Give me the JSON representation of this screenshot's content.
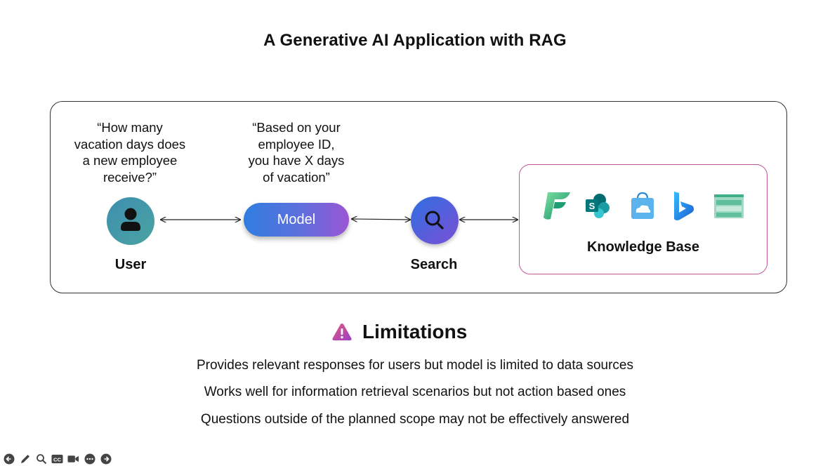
{
  "slide": {
    "title": "A Generative AI Application with RAG"
  },
  "diagram": {
    "user_quote": [
      "“How many",
      "vacation days does",
      "a new employee",
      "receive?”"
    ],
    "model_quote": [
      "“Based on your",
      "employee ID,",
      "you have X days",
      "of vacation”"
    ],
    "user_label": "User",
    "model_label": "Model",
    "search_label": "Search",
    "knowledge_base_label": "Knowledge Base",
    "user_icon": "person-icon",
    "search_icon": "magnifier-icon",
    "knowledge_base_icons": [
      "fabric-icon",
      "sharepoint-icon",
      "store-bag-icon",
      "bing-icon",
      "storage-icon"
    ]
  },
  "limitations": {
    "icon": "warning-icon",
    "title": "Limitations",
    "items": [
      "Provides relevant responses for users but model is limited to data sources",
      "Works well for information retrieval scenarios but not action based ones",
      "Questions outside of the planned scope may not be effectively answered"
    ]
  },
  "toolbar": {
    "icons": [
      "back-icon",
      "pen-icon",
      "zoom-icon",
      "captions-icon",
      "camera-icon",
      "more-icon",
      "forward-icon"
    ],
    "captions_text": "CC"
  },
  "colors": {
    "model_gradient": [
      "#2f7de0",
      "#9b55d3"
    ],
    "search_gradient": [
      "#2f6fe0",
      "#7a4fd6"
    ],
    "user_gradient": [
      "#3d8fb0",
      "#4aa3a0"
    ],
    "knowledge_base_border": "#c0569a"
  }
}
